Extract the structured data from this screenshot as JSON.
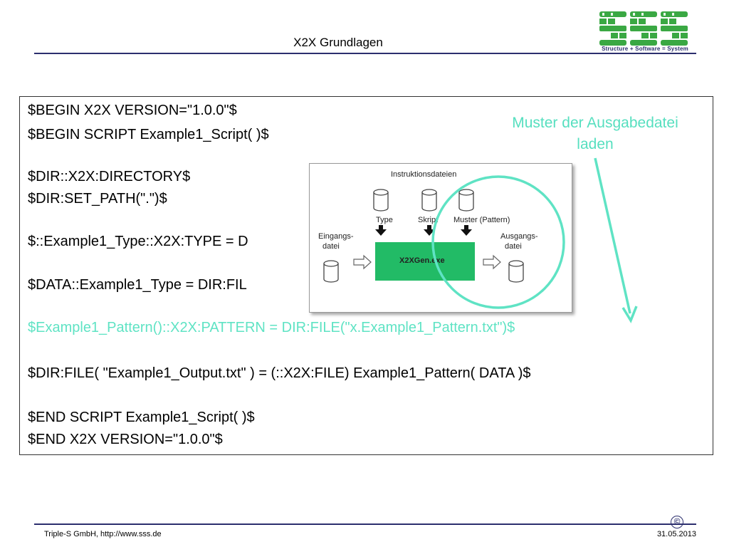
{
  "header": {
    "title": "X2X Grundlagen",
    "logo_tagline": "Structure + Software = System",
    "logo_icon": "sss-logo-icon"
  },
  "code": {
    "lines": [
      "$BEGIN X2X VERSION=\"1.0.0\"$",
      "$BEGIN SCRIPT Example1_Script( )$",
      "$DIR::X2X:DIRECTORY$",
      "$DIR:SET_PATH(\".\")$",
      "$::Example1_Type::X2X:TYPE = D",
      "$DATA::Example1_Type = DIR:FIL",
      "$Example1_Pattern()::X2X:PATTERN = DIR:FILE(\"x.Example1_Pattern.txt\")$",
      "$DIR:FILE( \"Example1_Output.txt\" ) = (::X2X:FILE) Example1_Pattern( DATA )$",
      "$END SCRIPT Example1_Script( )$",
      "$END X2X VERSION=\"1.0.0\"$"
    ]
  },
  "callout": {
    "line1": "Muster der Ausgabedatei",
    "line2": "laden"
  },
  "diagram": {
    "title": "Instruktionsdateien",
    "type_label": "Type",
    "skript_label": "Skript",
    "muster_label": "Muster (Pattern)",
    "input_line1": "Eingangs-",
    "input_line2": "datei",
    "output_line1": "Ausgangs-",
    "output_line2": "datei",
    "box_label": "X2XGen.exe"
  },
  "colors": {
    "highlight": "#5fe3c4",
    "brand": "#2c2f6e",
    "logo_green": "#3aa843",
    "box_green": "#22bb66"
  },
  "footer": {
    "left": "Triple-S GmbH, http://www.sss.de",
    "right": "31.05.2013",
    "copyright_symbol": "©"
  }
}
